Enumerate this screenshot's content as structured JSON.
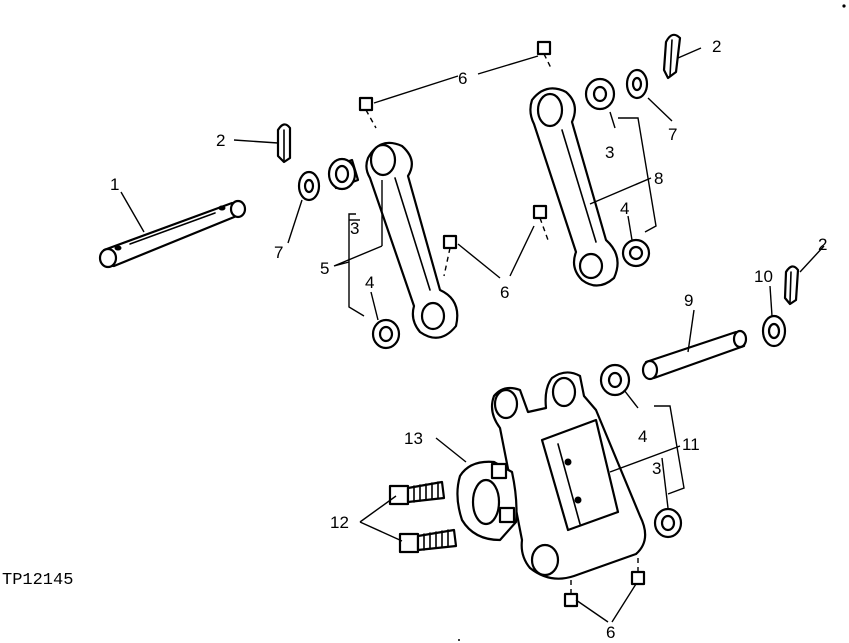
{
  "figure_id": "TP12145",
  "callouts": {
    "c1": "1",
    "c2a": "2",
    "c2b": "2",
    "c2c": "2",
    "c3a": "3",
    "c3b": "3",
    "c3c": "3",
    "c4a": "4",
    "c4b": "4",
    "c4c": "4",
    "c5": "5",
    "c6a": "6",
    "c6b": "6",
    "c6c": "6",
    "c7a": "7",
    "c7b": "7",
    "c8": "8",
    "c9": "9",
    "c10": "10",
    "c11": "11",
    "c12": "12",
    "c13": "13"
  }
}
